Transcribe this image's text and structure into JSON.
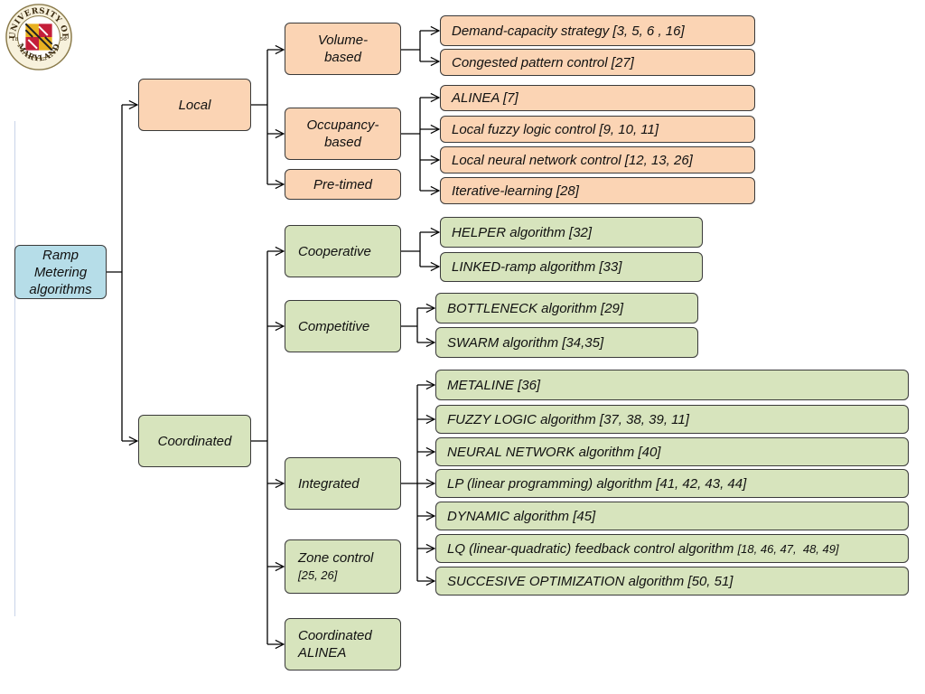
{
  "logo": {
    "top_text": "UNIVERSITY OF",
    "bottom_text": "MARYLAND",
    "year_left": "18",
    "year_right": "56"
  },
  "root": {
    "label": "Ramp Metering algorithms"
  },
  "local": {
    "label": "Local",
    "volume": {
      "label": "Volume-based",
      "leaves": [
        "Demand-capacity strategy [3, 5, 6 , 16]",
        "Congested pattern control [27]"
      ]
    },
    "occupancy": {
      "label": "Occupancy-based",
      "leaves": [
        "ALINEA [7]",
        "Local fuzzy logic control [9, 10, 11]",
        "Local neural network control [12, 13, 26]",
        "Iterative-learning [28]"
      ]
    },
    "pretimed": {
      "label": "Pre-timed"
    }
  },
  "coordinated": {
    "label": "Coordinated",
    "cooperative": {
      "label": "Cooperative",
      "leaves": [
        "HELPER  algorithm [32]",
        "LINKED-ramp algorithm [33]"
      ]
    },
    "competitive": {
      "label": "Competitive",
      "leaves": [
        "BOTTLENECK algorithm [29]",
        "SWARM algorithm [34,35]"
      ]
    },
    "integrated": {
      "label": "Integrated",
      "leaves": [
        "METALINE [36]",
        "FUZZY LOGIC algorithm [37, 38, 39, 11]",
        "NEURAL NETWORK algorithm [40]",
        "LP (linear programming) algorithm [41, 42, 43, 44]",
        "DYNAMIC algorithm [45]"
      ],
      "lq_leaf": {
        "main": "LQ (linear-quadratic) feedback control algorithm ",
        "refs": "[18, 46, 47,  48, 49]"
      },
      "last_leaf": "SUCCESIVE OPTIMIZATION algorithm [50, 51]"
    },
    "zone": {
      "label": "Zone control",
      "refs": "[25, 26]"
    },
    "coord_alinea": {
      "label": "Coordinated ALINEA"
    }
  },
  "colors": {
    "local": "#fbd4b4",
    "coordinated": "#d7e4bd",
    "root": "#b6dde8",
    "line": "#000000"
  }
}
